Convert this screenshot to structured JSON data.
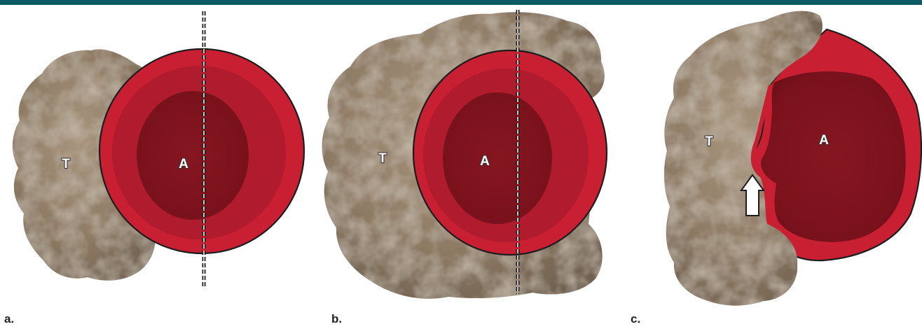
{
  "colors": {
    "top_bar": "#0e5c63",
    "tumor": "#8e7b65",
    "tumor_light": "#a8957e",
    "tumor_shadow": "#6f604f",
    "artery_wall": "#c81f33",
    "artery_wall_dark": "#9e1726",
    "artery_lumen": "#861621",
    "artery_lumen_inner": "#7a121c",
    "outline": "#1c1c1c",
    "arrow": "#ffffff"
  },
  "panels": [
    {
      "label": "a.",
      "tumor_mark": "T",
      "artery_mark": "A"
    },
    {
      "label": "b.",
      "tumor_mark": "T",
      "artery_mark": "A"
    },
    {
      "label": "c.",
      "tumor_mark": "T",
      "artery_mark": "A"
    }
  ]
}
